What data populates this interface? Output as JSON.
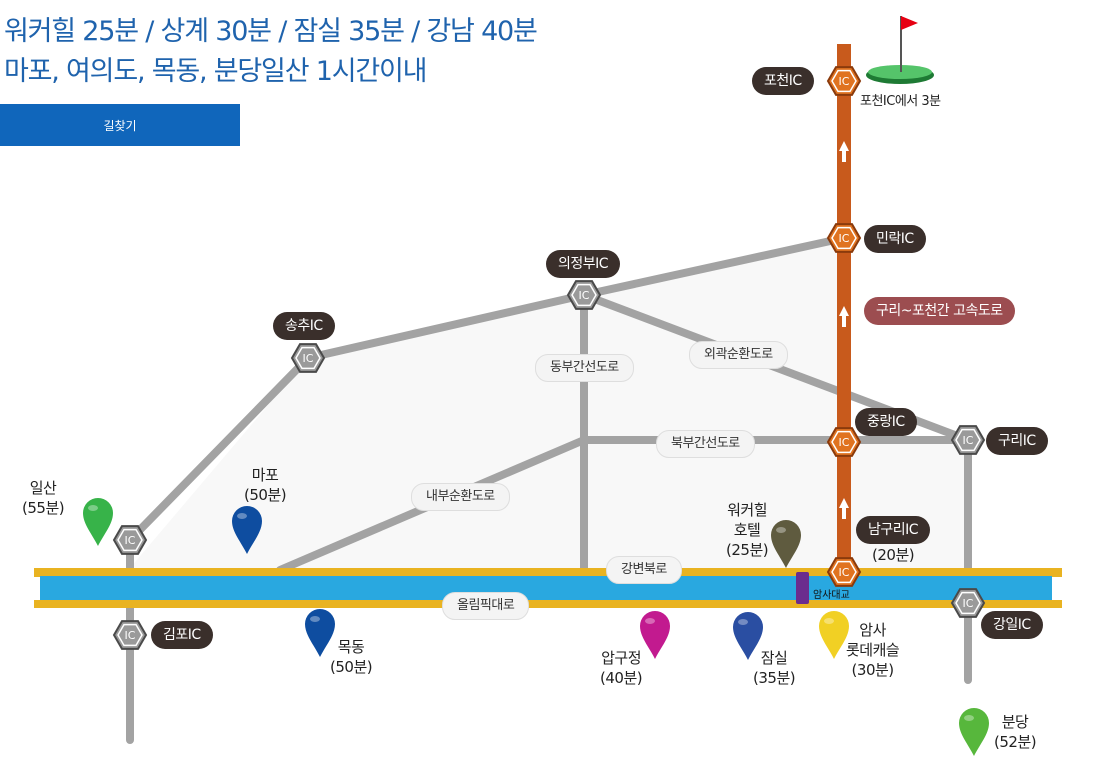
{
  "header": {
    "headline_line1": "워커힐 25분 / 상계 30분 / 잠실 35분 / 강남 40분",
    "headline_line2": "마포, 여의도, 목동, 분당일산 1시간이내",
    "directions_label": "길찾기"
  },
  "ic_marker_text": "IC",
  "interchanges": {
    "pocheon": "포천IC",
    "minrak": "민락IC",
    "uijeongbu": "의정부IC",
    "songchu": "송추IC",
    "jungnang": "중랑IC",
    "guri": "구리IC",
    "namguri": "남구리IC",
    "gimpo": "김포IC",
    "gangil": "강일IC"
  },
  "expressway_label": "구리~포천간 고속도로",
  "roads": {
    "dongbu": "동부간선도로",
    "oegwak": "외곽순환도로",
    "bukbu": "북부간선도로",
    "naebu": "내부순환도로",
    "gangbyeon": "강변북로",
    "olympic": "올림픽대로"
  },
  "notes": {
    "golf_note": "포천IC에서 3분",
    "bridge": "암사대교",
    "namguri_time": "(20분)"
  },
  "places": [
    {
      "id": "ilsan",
      "name": "일산",
      "time": "(55분)",
      "color": "#37b349"
    },
    {
      "id": "mapo",
      "name": "마포",
      "time": "(50분)",
      "color": "#0e4da0"
    },
    {
      "id": "mokdong",
      "name": "목동",
      "time": "(50분)",
      "color": "#0e4da0"
    },
    {
      "id": "walkerhill",
      "name_line1": "워커힐",
      "name_line2": "호텔",
      "time": "(25분)",
      "color": "#5f5b3f"
    },
    {
      "id": "apgujeong",
      "name": "압구정",
      "time": "(40분)",
      "color": "#c21a8f"
    },
    {
      "id": "jamsil",
      "name": "잠실",
      "time": "(35분)",
      "color": "#2a4ea2"
    },
    {
      "id": "amsa",
      "name_line1": "암사",
      "name_line2": "롯데캐슬",
      "time": "(30분)",
      "color": "#f1d024"
    },
    {
      "id": "bundang",
      "name": "분당",
      "time": "(52분)",
      "color": "#57b73c"
    }
  ],
  "colors": {
    "headline": "#1f63ad",
    "button": "#1066bb",
    "gray_road": "#a3a3a3",
    "expressway": "#c85a1c",
    "river": "#29a8e0",
    "river_bank": "#e9b321",
    "ic_gray": "#9a9a9a",
    "ic_orange": "#e07320",
    "label_dark": "#3a2f2b",
    "label_pink": "#9c4d50",
    "flag": "#e60012",
    "golf_green": "#37a34a"
  }
}
